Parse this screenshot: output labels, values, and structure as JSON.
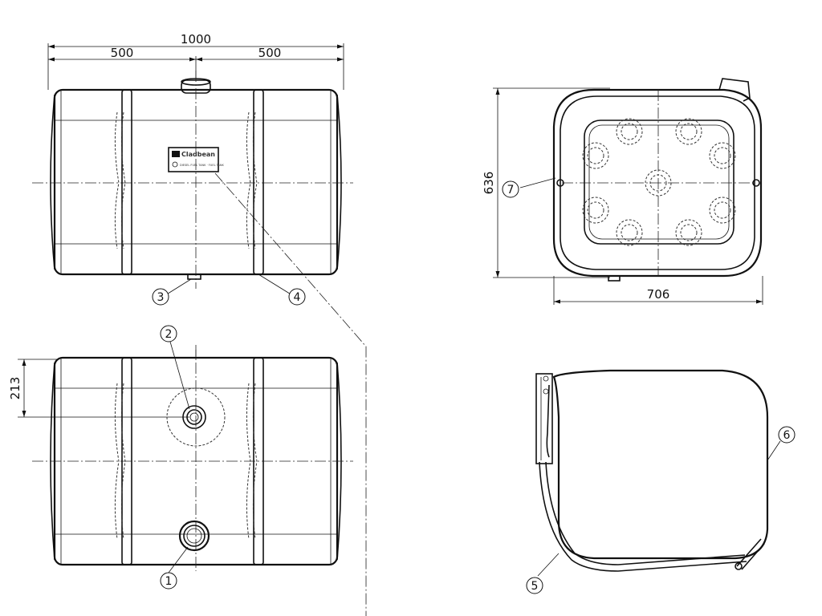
{
  "dimensions": {
    "overall_length": "1000",
    "half_left": "500",
    "half_right": "500",
    "height": "636",
    "width": "706",
    "filler_offset": "213"
  },
  "callouts": [
    "1",
    "2",
    "3",
    "4",
    "5",
    "6",
    "7"
  ],
  "nameplate": {
    "brand": "Cladbean",
    "subtitle": "DIESEL FUEL TANK · FUEL TANK"
  }
}
